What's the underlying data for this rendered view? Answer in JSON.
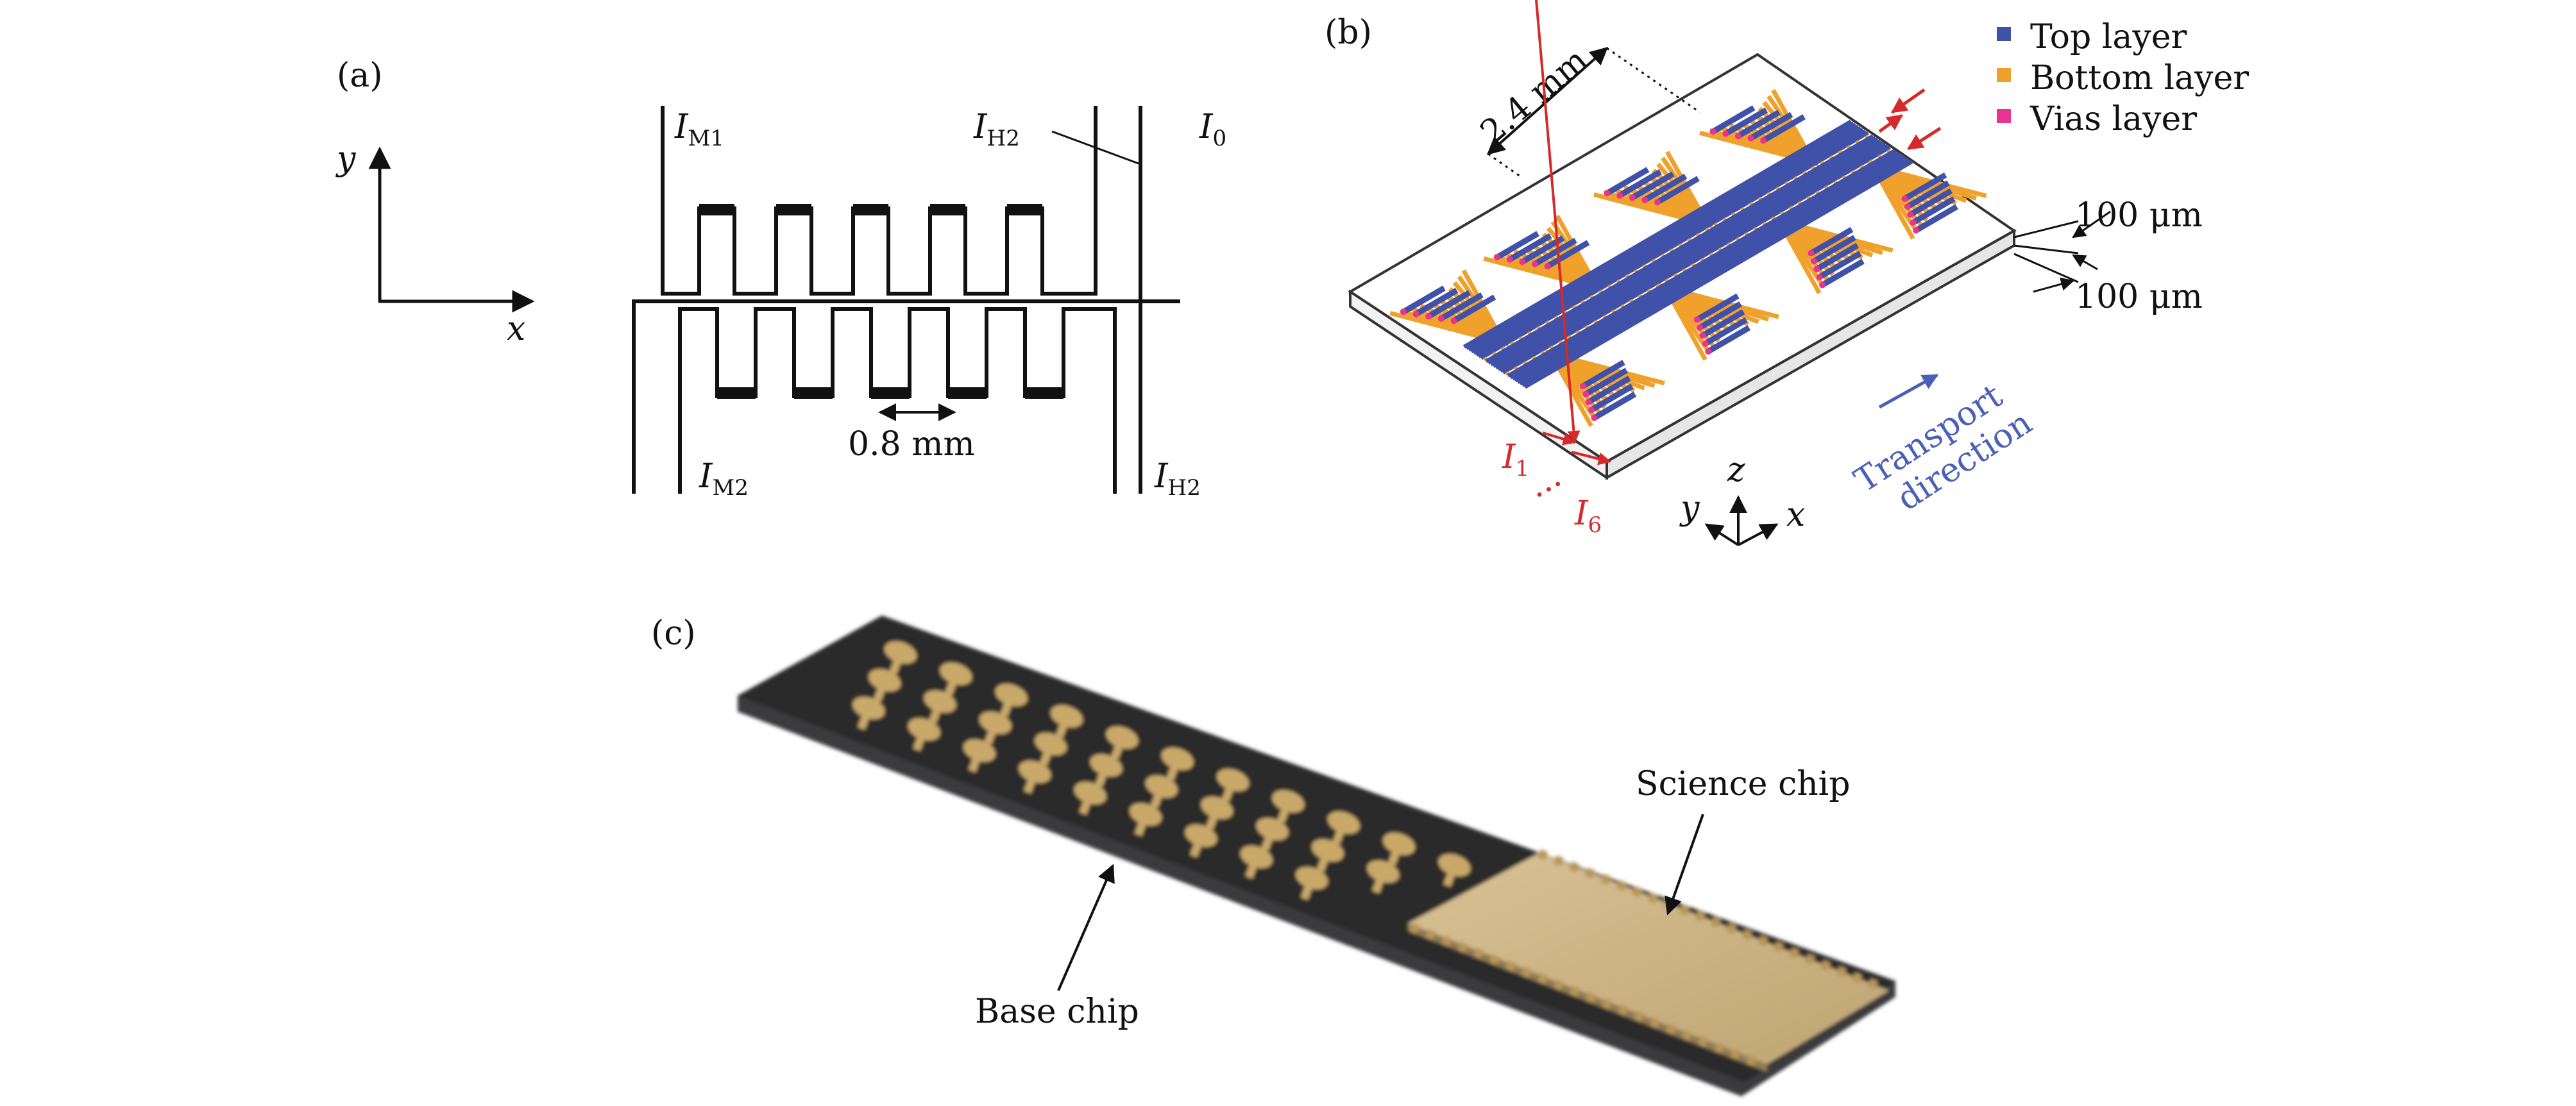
{
  "panel_a": {
    "label": "(a)",
    "axis_y": "y",
    "axis_x": "x",
    "current_M1_main": "I",
    "current_M1_sub": "M1",
    "current_H2_top_main": "I",
    "current_H2_top_sub": "H2",
    "current_0_main": "I",
    "current_0_sub": "0",
    "current_M2_main": "I",
    "current_M2_sub": "M2",
    "current_H2_bottom_main": "I",
    "current_H2_bottom_sub": "H2",
    "period_label": "0.8 mm"
  },
  "panel_b": {
    "label": "(b)",
    "width_label": "2.4 mm",
    "thickness_label_1": "100 μm",
    "thickness_label_2": "100 μm",
    "legend": [
      {
        "label": "Top layer",
        "color": "#3f51a8"
      },
      {
        "label": "Bottom layer",
        "color": "#f0a12c"
      },
      {
        "label": "Vias layer",
        "color": "#e8338f"
      }
    ],
    "current_start_main": "I",
    "current_start_sub": "1",
    "current_end_main": "I",
    "current_end_sub": "6",
    "ellipsis": "···",
    "transport_line1": "Transport",
    "transport_line2": "direction",
    "axis_z": "z",
    "axis_y": "y",
    "axis_x": "x"
  },
  "panel_c": {
    "label": "(c)",
    "science_chip_label": "Science chip",
    "base_chip_label": "Base chip"
  },
  "colors": {
    "top_layer": "#3f51a8",
    "bottom_layer": "#f0a12c",
    "vias_layer": "#e8338f",
    "annotation_red": "#d62a2a",
    "transport_blue": "#4a5fb5",
    "base_chip": "#2a2a2c",
    "gold_pad": "#c9a96a"
  }
}
